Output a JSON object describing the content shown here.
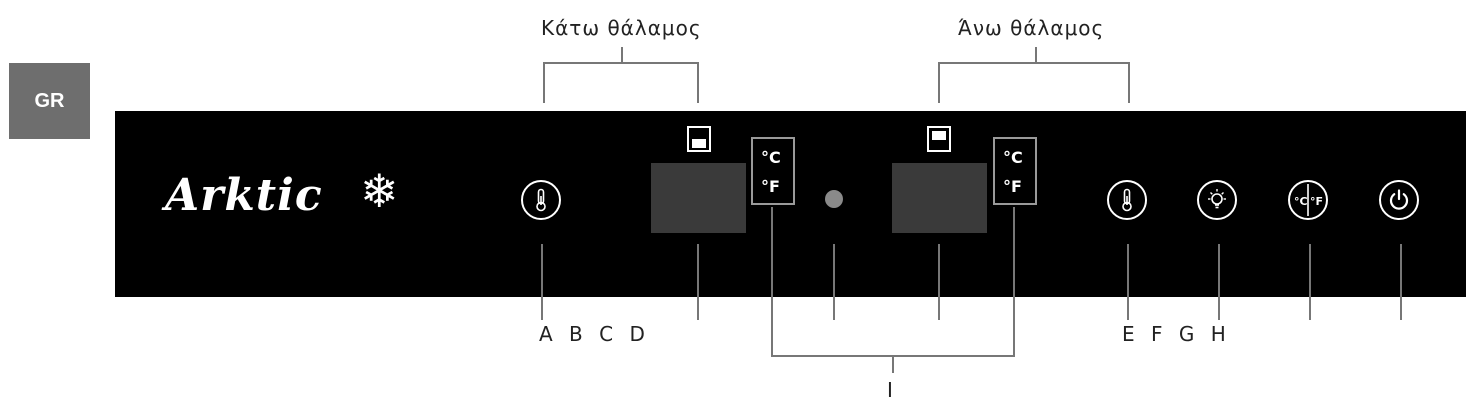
{
  "language_tab": "GR",
  "brand": {
    "name": "Arktic",
    "icon": "snowflake-icon"
  },
  "sections": {
    "lower_chamber": "Κάτω θάλαμος",
    "upper_chamber": "Άνω θάλαμος"
  },
  "callouts": {
    "left_group": "A B C D",
    "right_group": "E F G H",
    "unit_selector": "I"
  },
  "units": {
    "celsius": "°C",
    "fahrenheit": "°F"
  },
  "buttons": {
    "lower_temp": "thermometer-icon",
    "upper_temp": "thermometer-icon",
    "light": "light-bulb-icon",
    "unit_toggle": "celsius-fahrenheit-icon",
    "power": "power-icon"
  },
  "colors": {
    "panel": "#000000",
    "display": "#3a3a3a",
    "language_tab": "#6e6e6e",
    "led": "#8a8a8a"
  }
}
